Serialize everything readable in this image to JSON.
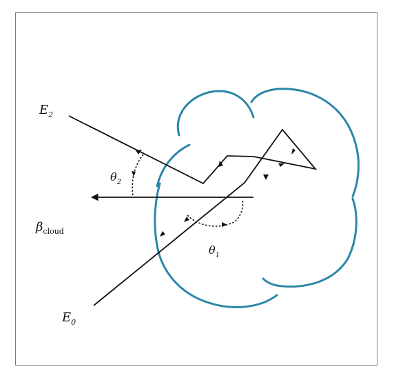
{
  "labels": {
    "e2_sym": "E",
    "e2_sub": "2",
    "e0_sym": "E",
    "e0_sub": "0",
    "theta2_sym": "θ",
    "theta2_sub": "2",
    "theta1_sym": "θ",
    "theta1_sub": "1",
    "beta_sym": "β",
    "beta_sub": "cloud"
  },
  "colors": {
    "cloud": "#2c86a8",
    "line": "#111111",
    "frame": "#7a7a7a"
  }
}
